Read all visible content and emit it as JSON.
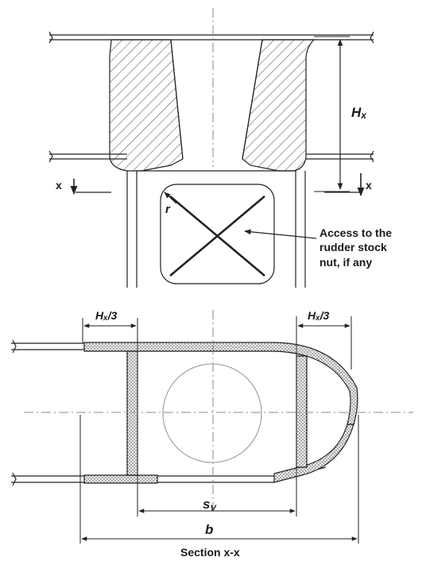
{
  "labels": {
    "hx_top": "H",
    "hx_top_sub": "x",
    "x_left": "x",
    "x_right": "x",
    "r": "r",
    "access_line1": "Access to the",
    "access_line2": "rudder stock",
    "access_line3": "nut, if any",
    "hx3_left": "Hₓ/3",
    "hx3_right": "Hₓ/3",
    "sv_main": "s",
    "sv_sub": "V",
    "b": "b",
    "section": "Section x-x"
  },
  "colors": {
    "line": "#222222",
    "hatch": "#555555",
    "dots": "#333333",
    "stipple_bg": "#f4f4f4",
    "guide": "#888888"
  }
}
